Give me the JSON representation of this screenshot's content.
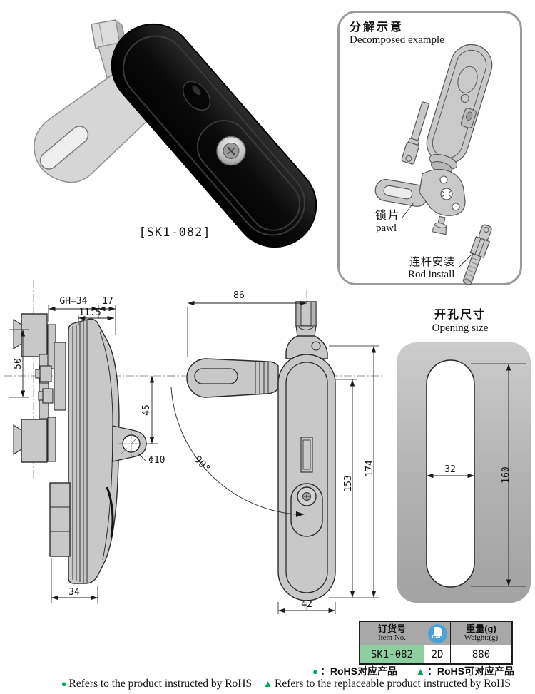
{
  "photo": {
    "caption": "[SK1-082]"
  },
  "decomposed": {
    "title_zh": "分解示意",
    "title_en": "Decomposed example",
    "pawl_label_zh": "锁片",
    "pawl_label_en": "pawl",
    "rod_label_zh": "连杆安装",
    "rod_label_en": "Rod install"
  },
  "side_view": {
    "dim_gh": "GH=34",
    "dim_17": "17",
    "dim_11_5": "11.5",
    "dim_50": "50",
    "dim_45": "45",
    "dim_dia": "Φ10",
    "dim_34": "34"
  },
  "front_view": {
    "dim_86": "86",
    "dim_angle": "90°",
    "dim_153": "153",
    "dim_174": "174",
    "dim_42": "42"
  },
  "opening": {
    "title_zh": "开孔尺寸",
    "title_en": "Opening size",
    "dim_width": "32",
    "dim_height": "160"
  },
  "table": {
    "header": {
      "item_zh": "订货号",
      "item_en": "Item No.",
      "cad_icon_text": "CAD",
      "weight_zh": "重量(g)",
      "weight_en": "Weight:(g)"
    },
    "row": {
      "item_no": "SK1-082",
      "cad": "2D",
      "weight": "880"
    }
  },
  "legend": {
    "dot": "●",
    "triangle": "▲",
    "zh_dot": "：RoHS对应产品",
    "zh_triangle": "：RoHS可对应产品",
    "en_dot": "Refers to the product instructed by RoHS",
    "en_triangle": "Refers to the replaceable product instructed by RoHS"
  },
  "colors": {
    "accent_green": "#00a651",
    "item_cell_green": "#8ecfa2",
    "cad_blue": "#4aa3d8"
  }
}
